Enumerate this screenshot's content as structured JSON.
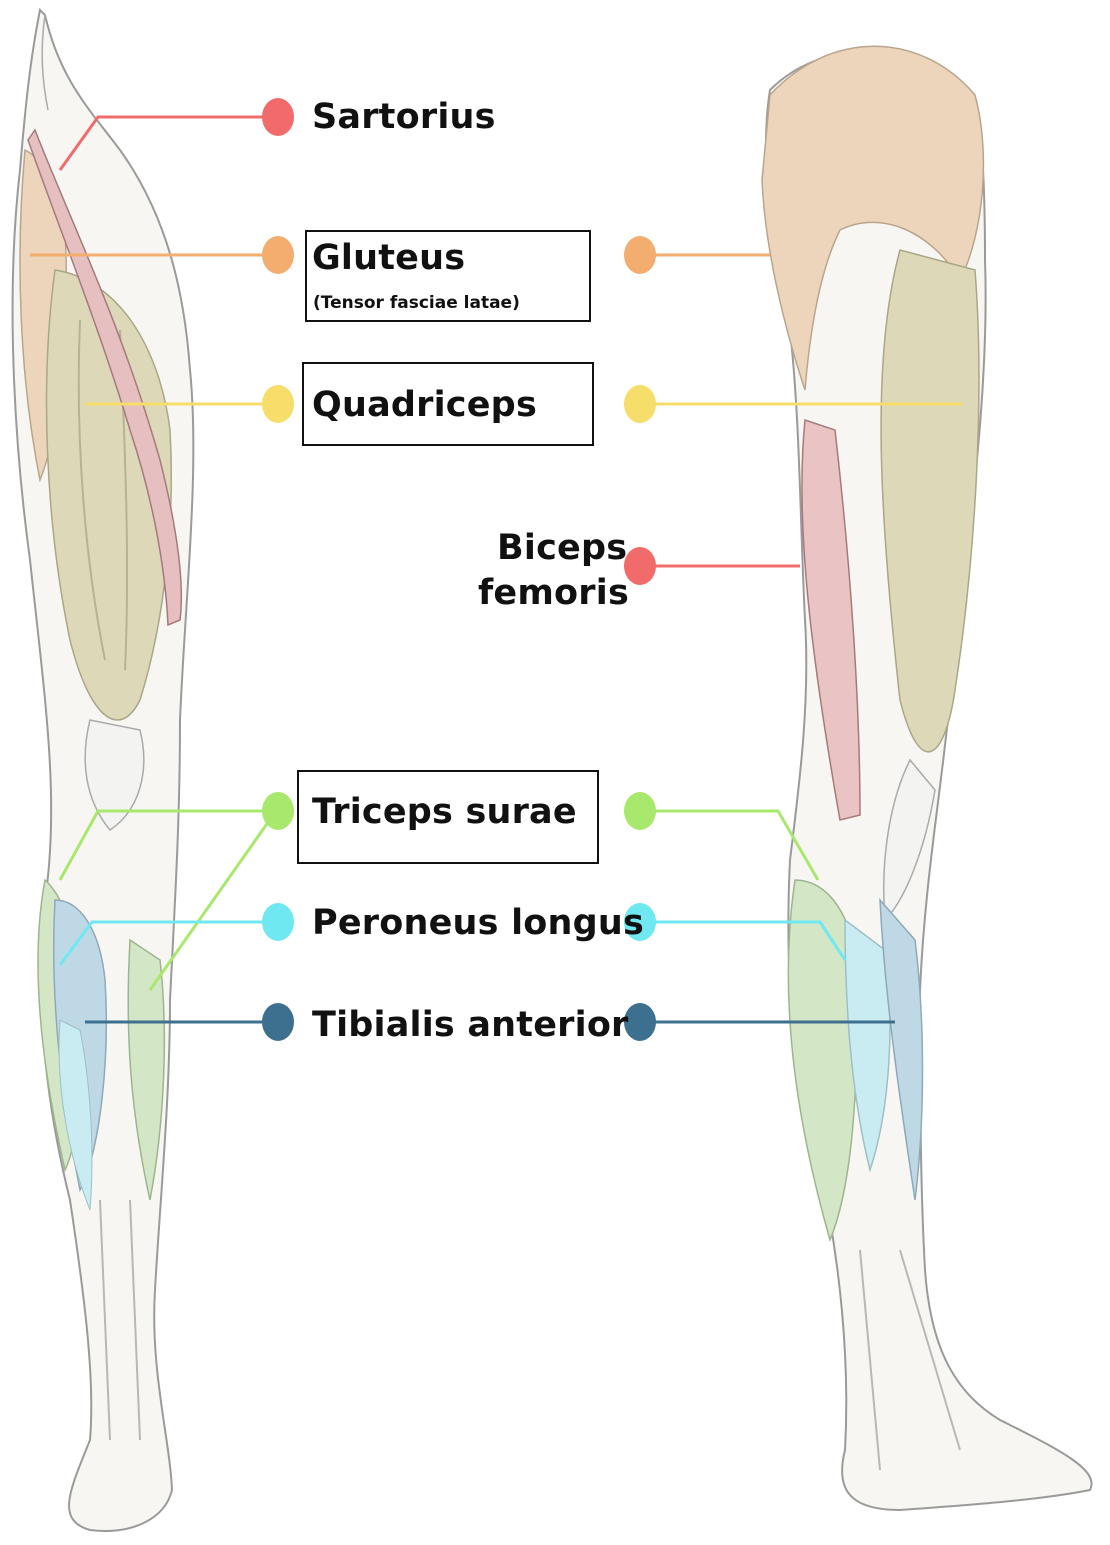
{
  "colors": {
    "sartorius": "#f26b6b",
    "gluteus": "#f3ad6e",
    "quadriceps": "#f7dd6a",
    "biceps_femoris": "#f26b6b",
    "triceps_surae": "#a8e86c",
    "peroneus_longus": "#6fe8f2",
    "tibialis_anterior": "#3d6f8e"
  },
  "labels": {
    "sartorius": "Sartorius",
    "gluteus": "Gluteus",
    "gluteus_sub": "(Tensor fasciae latae)",
    "quadriceps": "Quadriceps",
    "biceps_line1": "Biceps",
    "biceps_line2": "femoris",
    "triceps_surae": "Triceps surae",
    "peroneus_longus": "Peroneus longus",
    "tibialis_anterior": "Tibialis anterior"
  }
}
